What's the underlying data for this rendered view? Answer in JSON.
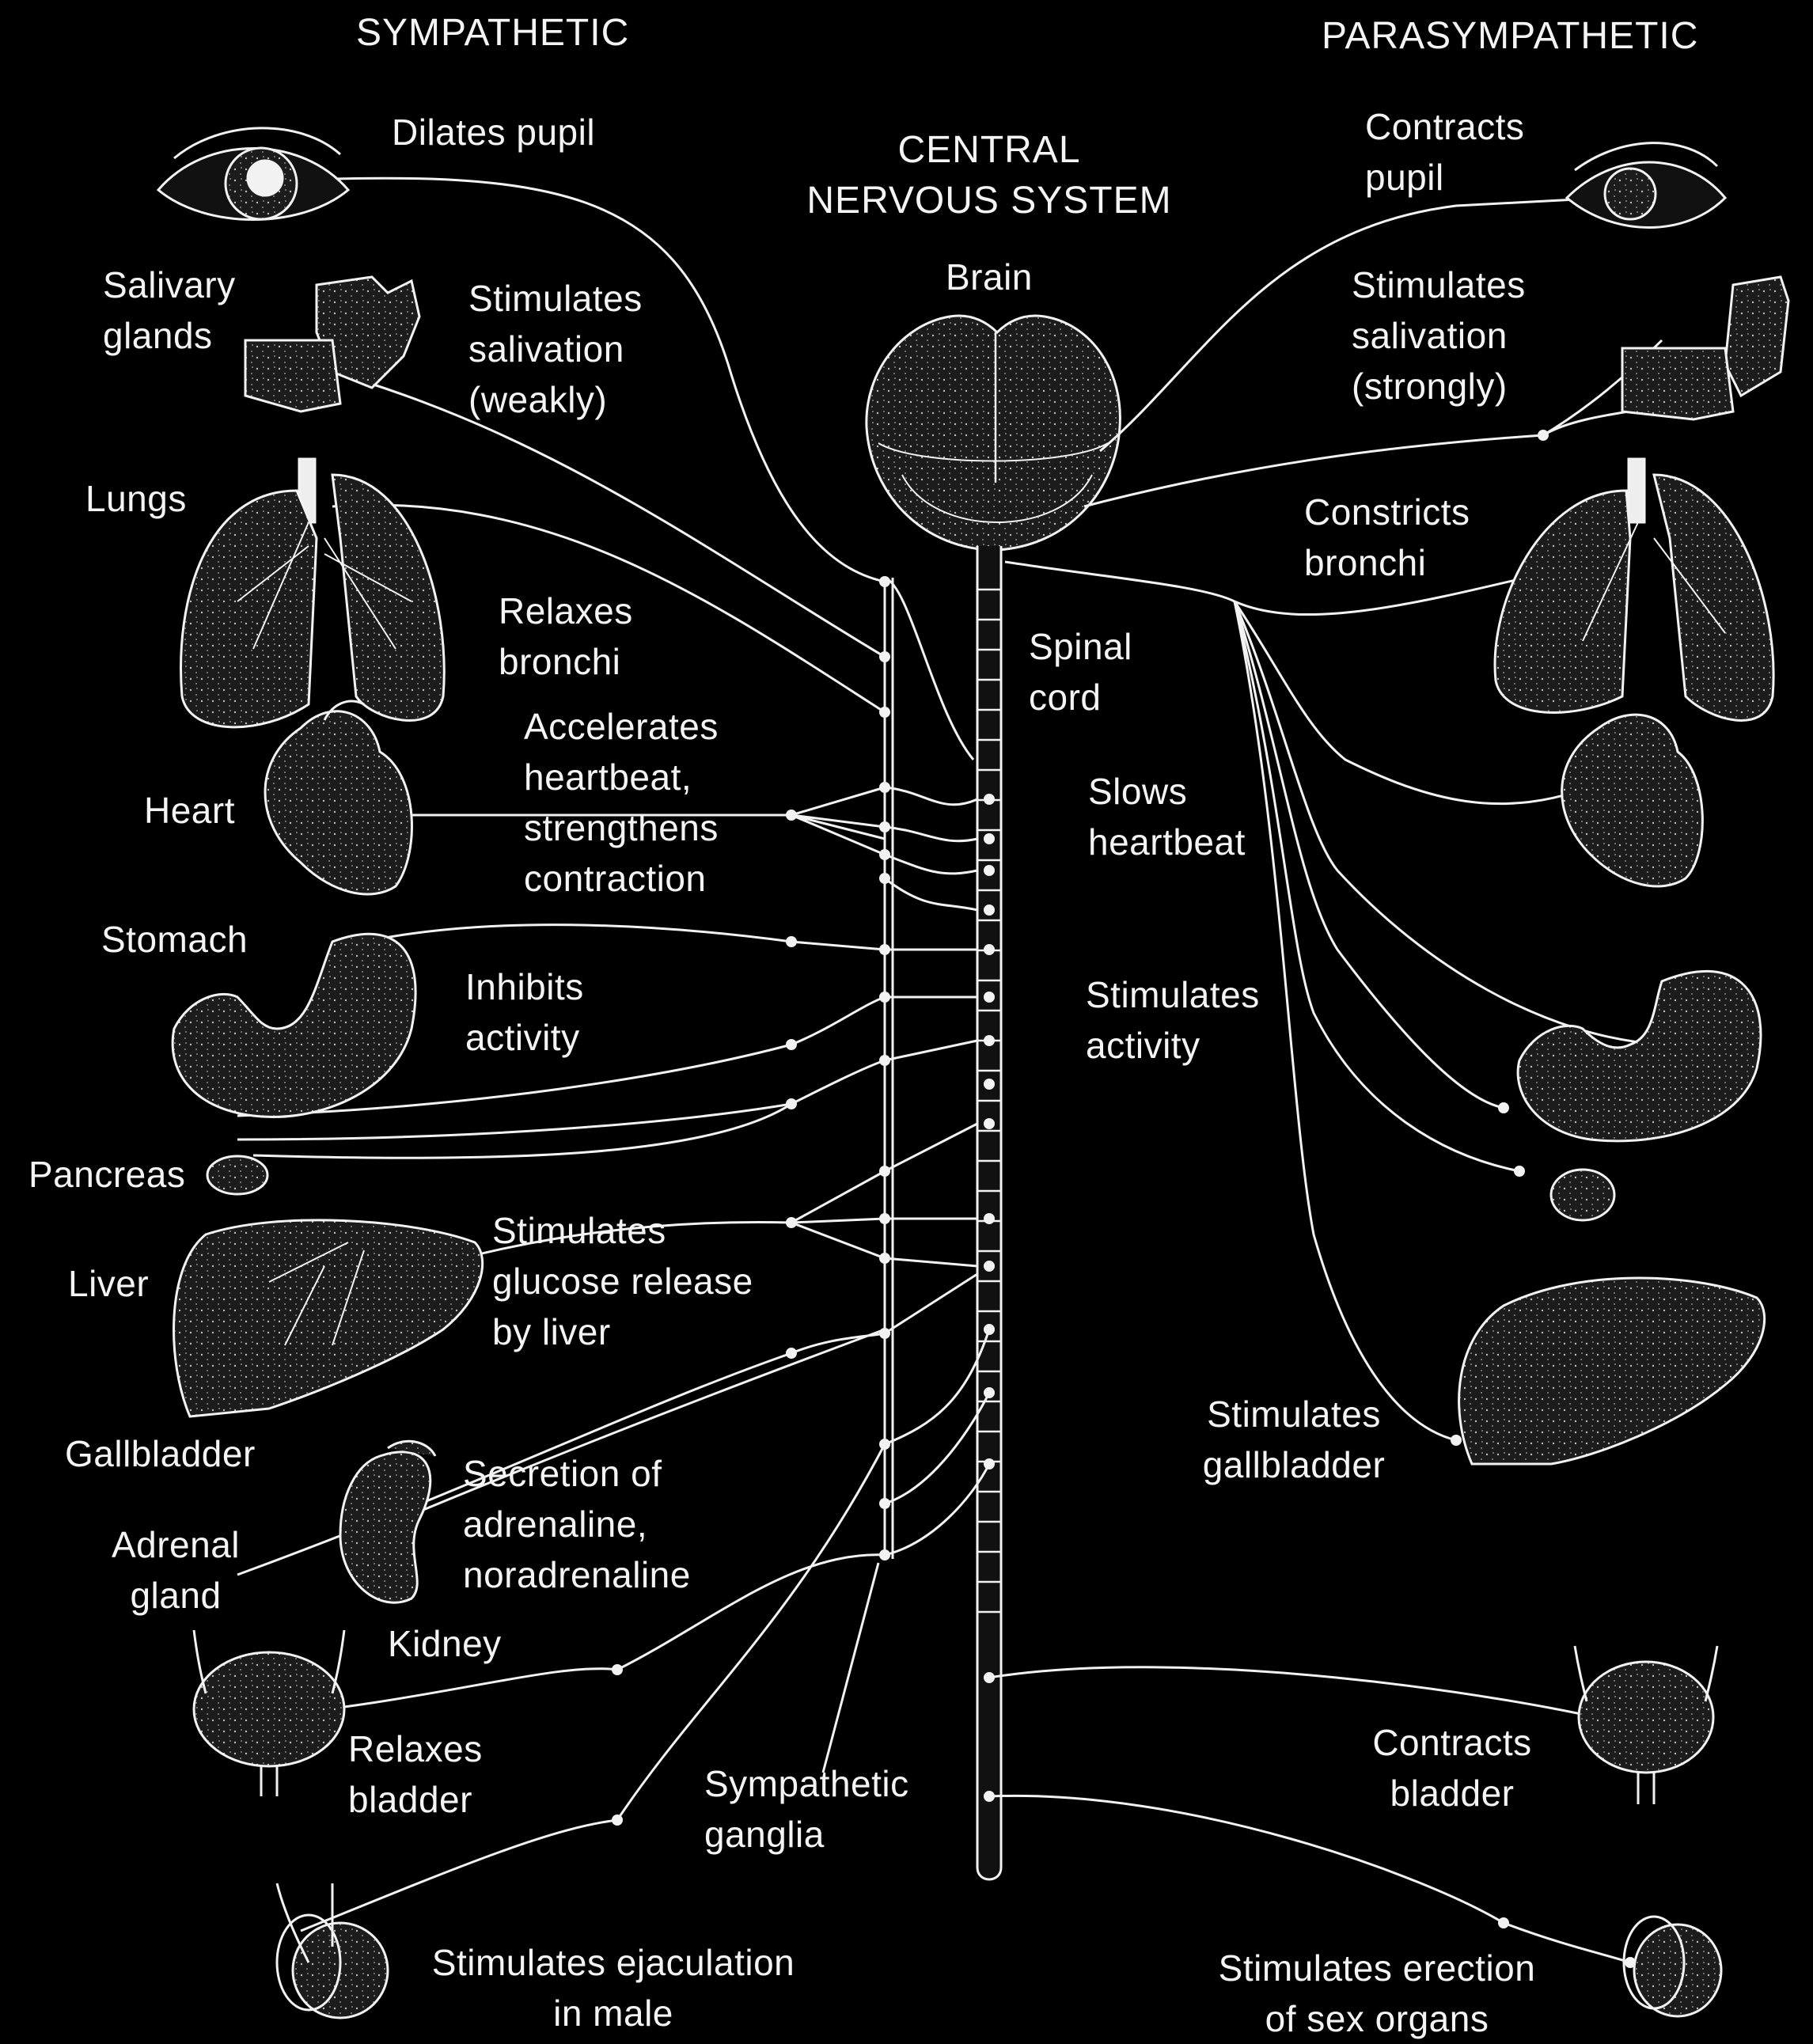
{
  "headings": {
    "sympathetic": "SYMPATHETIC",
    "parasympathetic": "PARASYMPATHETIC",
    "cns": "CENTRAL\nNERVOUS SYSTEM",
    "brain": "Brain",
    "spinal_cord": "Spinal\ncord"
  },
  "sympathetic_labels": {
    "dilates_pupil": "Dilates pupil",
    "salivary_glands": "Salivary\nglands",
    "stimulates_salivation_weakly": "Stimulates\nsalivation\n(weakly)",
    "lungs": "Lungs",
    "relaxes_bronchi": "Relaxes\nbronchi",
    "heart": "Heart",
    "accelerates_heartbeat": "Accelerates\nheartbeat,\nstrengthens\ncontraction",
    "stomach": "Stomach",
    "inhibits_activity": "Inhibits\nactivity",
    "pancreas": "Pancreas",
    "liver": "Liver",
    "stimulates_glucose": "Stimulates\nglucose release\nby liver",
    "gallbladder": "Gallbladder",
    "adrenal_gland": "Adrenal\ngland",
    "secretion_adrenaline": "Secretion of\nadrenaline,\nnoradrenaline",
    "kidney": "Kidney",
    "relaxes_bladder": "Relaxes\nbladder",
    "sympathetic_ganglia": "Sympathetic\nganglia",
    "stimulates_ejaculation": "Stimulates ejaculation\nin male"
  },
  "parasympathetic_labels": {
    "contracts_pupil": "Contracts\npupil",
    "stimulates_salivation_strongly": "Stimulates\nsalivation\n(strongly)",
    "constricts_bronchi": "Constricts\nbronchi",
    "slows_heartbeat": "Slows\nheartbeat",
    "stimulates_activity": "Stimulates\nactivity",
    "stimulates_gallbladder": "Stimulates\ngallbladder",
    "contracts_bladder": "Contracts\nbladder",
    "stimulates_erection": "Stimulates erection\nof sex organs"
  },
  "colors": {
    "background": "#000000",
    "line": "#f2f2f2",
    "organ_fill": "#2a2a2a"
  }
}
